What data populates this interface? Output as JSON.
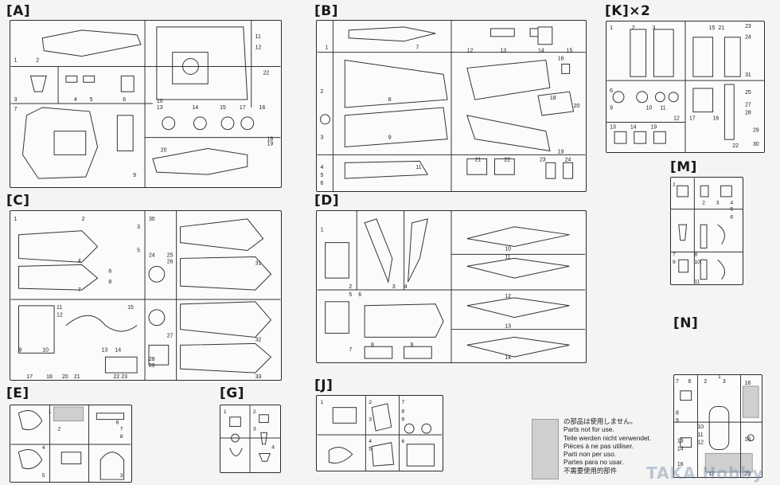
{
  "sprues": {
    "a": {
      "label": "[A]"
    },
    "b": {
      "label": "[B]"
    },
    "k": {
      "label": "[K]×2"
    },
    "c": {
      "label": "[C]"
    },
    "d": {
      "label": "[D]"
    },
    "m": {
      "label": "[M]"
    },
    "e": {
      "label": "[E]"
    },
    "g": {
      "label": "[G]"
    },
    "j": {
      "label": "[J]"
    },
    "n": {
      "label": "[N]"
    }
  },
  "legend": {
    "lines": [
      "の部品は使用しません。",
      "Parts not for use.",
      "Teile werden nicht verwendet.",
      "Pièces à ne pas utiliser.",
      "Parti non per uso.",
      "Partes para no usar.",
      "不需要使用的部件"
    ],
    "swatch_color": "#cfcfcf"
  },
  "watermark": "TAKA Hobby"
}
